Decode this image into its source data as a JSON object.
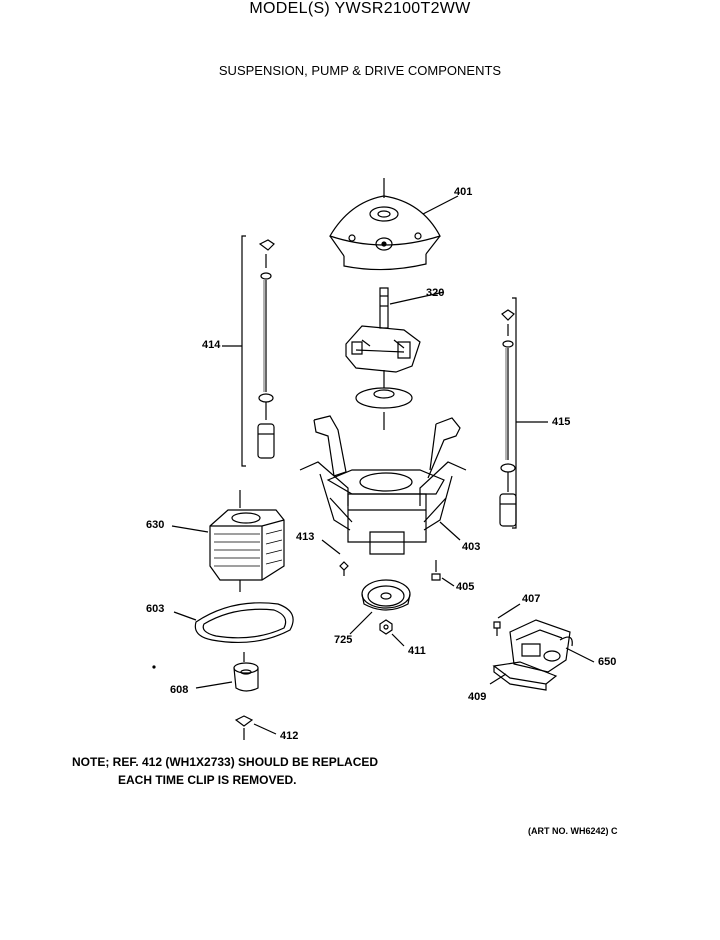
{
  "header": {
    "model": "MODEL(S) YWSR2100T2WW",
    "subtitle": "SUSPENSION, PUMP & DRIVE COMPONENTS"
  },
  "callouts": [
    {
      "id": "401",
      "label": "401"
    },
    {
      "id": "320",
      "label": "320"
    },
    {
      "id": "414",
      "label": "414"
    },
    {
      "id": "415",
      "label": "415"
    },
    {
      "id": "630",
      "label": "630"
    },
    {
      "id": "403",
      "label": "403"
    },
    {
      "id": "413",
      "label": "413"
    },
    {
      "id": "405",
      "label": "405"
    },
    {
      "id": "603",
      "label": "603"
    },
    {
      "id": "725",
      "label": "725"
    },
    {
      "id": "411",
      "label": "411"
    },
    {
      "id": "407",
      "label": "407"
    },
    {
      "id": "650",
      "label": "650"
    },
    {
      "id": "608",
      "label": "608"
    },
    {
      "id": "409",
      "label": "409"
    },
    {
      "id": "412",
      "label": "412"
    }
  ],
  "note": {
    "line1": "NOTE; REF. 412 (WH1X2733) SHOULD BE REPLACED",
    "line2": "EACH TIME CLIP IS REMOVED."
  },
  "art_number": "(ART NO. WH6242) C"
}
